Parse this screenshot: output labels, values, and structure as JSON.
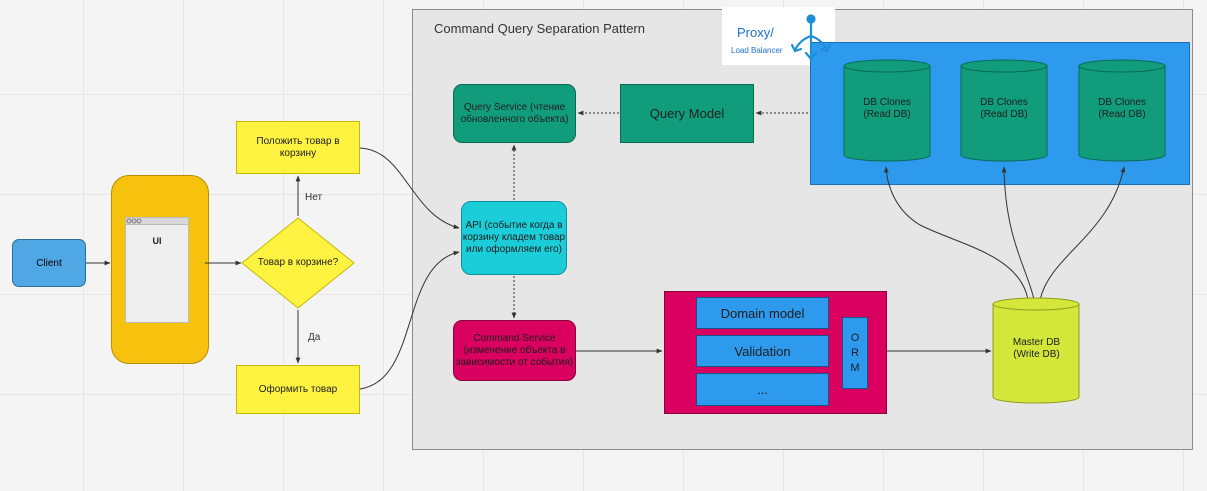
{
  "frame": {
    "title": "Command Query Separation Pattern"
  },
  "proxy": {
    "title": "Proxy/",
    "subtitle": "Load Balancer",
    "icon": "load-balancer-icon",
    "icon_color": "#1d8fd6"
  },
  "client": {
    "label": "Client"
  },
  "ui": {
    "label": "UI",
    "window_dots": "ooo"
  },
  "put_in_cart": {
    "label": "Положить товар в корзину"
  },
  "decision": {
    "label": "Товар в корзине?",
    "no_label": "Нет",
    "yes_label": "Да"
  },
  "checkout": {
    "label": "Оформить товар"
  },
  "query_service": {
    "label": "Query Service (чтение обновленного объекта)"
  },
  "query_model": {
    "label": "Query Model"
  },
  "api": {
    "label": "API (событие когда в корзину кладем товар или оформляем его)"
  },
  "command_service": {
    "label": "Command Service (изменение объекта в зависимости от события)"
  },
  "domain": {
    "items": [
      "Domain model",
      "Validation",
      "..."
    ],
    "orm": "O R M"
  },
  "db_clones": [
    {
      "line1": "DB Clones",
      "line2": "(Read DB)"
    },
    {
      "line1": "DB Clones",
      "line2": "(Read DB)"
    },
    {
      "line1": "DB Clones",
      "line2": "(Read DB)"
    }
  ],
  "master_db": {
    "line1": "Master DB",
    "line2": "(Write DB)"
  },
  "colors": {
    "teal": "#119d7c",
    "cyan": "#1bcdd9",
    "magenta": "#d9005f",
    "blue": "#2e9aee",
    "yellow": "#fdf340",
    "lime": "#d3e63a",
    "orange": "#f6c20e"
  }
}
